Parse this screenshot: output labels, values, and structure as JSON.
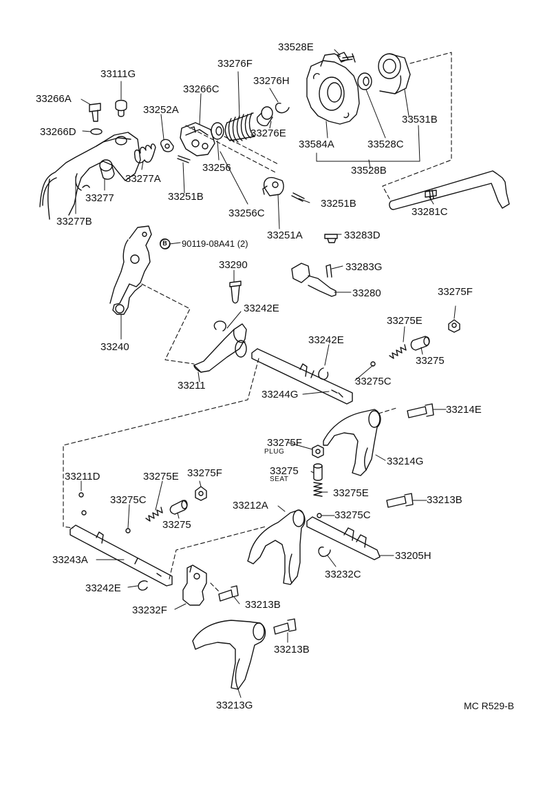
{
  "labels": {
    "p33528E": "33528E",
    "p33276F": "33276F",
    "p33111G": "33111G",
    "p33276H": "33276H",
    "p33266A": "33266A",
    "p33266C": "33266C",
    "p33252A": "33252A",
    "p33266D": "33266D",
    "p33276E": "33276E",
    "p33531B": "33531B",
    "p33584A": "33584A",
    "p33528C": "33528C",
    "p33277A": "33277A",
    "p33256": "33256",
    "p33528B": "33528B",
    "p33277": "33277",
    "p33251B_a": "33251B",
    "p33251B_b": "33251B",
    "p33277B": "33277B",
    "p33256C": "33256C",
    "p33281C": "33281C",
    "p33251A": "33251A",
    "p33283D": "33283D",
    "p90119": "90119-08A41 (2)",
    "p33290": "33290",
    "p33283G": "33283G",
    "p33280": "33280",
    "p33275F_a": "33275F",
    "p33242E_a": "33242E",
    "p33275E_a": "33275E",
    "p33240": "33240",
    "p33242E_b": "33242E",
    "p33275_a": "33275",
    "p33211": "33211",
    "p33275C_a": "33275C",
    "p33244G": "33244G",
    "p33214E": "33214E",
    "p33275F_b": "33275F",
    "plug": "PLUG",
    "p33214G": "33214G",
    "p33275_b": "33275",
    "seat": "SEAT",
    "p33211D": "33211D",
    "p33275E_b": "33275E",
    "p33275F_c": "33275F",
    "p33275E_c": "33275E",
    "p33212A": "33212A",
    "p33213B_a": "33213B",
    "p33275C_b": "33275C",
    "p33275C_c": "33275C",
    "p33275_c": "33275",
    "p33243A": "33243A",
    "p33205H": "33205H",
    "p33232C": "33232C",
    "p33242E_c": "33242E",
    "p33213B_b": "33213B",
    "p33232F": "33232F",
    "p33213B_c": "33213B",
    "p33213G": "33213G",
    "ref": "MC R529-B",
    "boltMarker": "B"
  }
}
